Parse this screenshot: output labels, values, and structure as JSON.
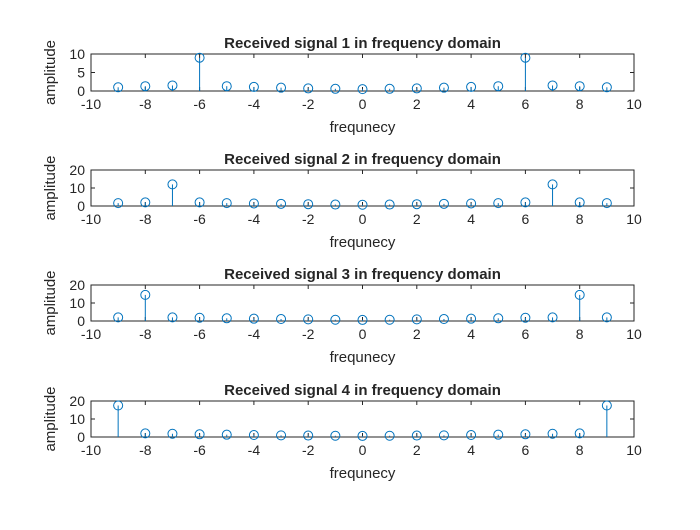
{
  "chart_data": [
    {
      "type": "stem",
      "title": "Received signal 1 in frequency domain",
      "xlabel": "frequnecy",
      "ylabel": "amplitude",
      "xlim": [
        -10,
        10
      ],
      "ylim": [
        0,
        10
      ],
      "xticks": [
        "-10",
        "-8",
        "-6",
        "-4",
        "-2",
        "0",
        "2",
        "4",
        "6",
        "8",
        "10"
      ],
      "yticks": [
        "0",
        "5",
        "10"
      ],
      "x": [
        -9,
        -8,
        -7,
        -6,
        -5,
        -4,
        -3,
        -2,
        -1,
        0,
        1,
        2,
        3,
        4,
        5,
        6,
        7,
        8,
        9
      ],
      "y": [
        1.0,
        1.3,
        1.5,
        9.0,
        1.3,
        1.1,
        0.9,
        0.7,
        0.6,
        0.5,
        0.6,
        0.7,
        0.9,
        1.1,
        1.3,
        9.0,
        1.5,
        1.3,
        1.0
      ]
    },
    {
      "type": "stem",
      "title": "Received signal 2 in frequency domain",
      "xlabel": "frequnecy",
      "ylabel": "amplitude",
      "xlim": [
        -10,
        10
      ],
      "ylim": [
        0,
        20
      ],
      "xticks": [
        "-10",
        "-8",
        "-6",
        "-4",
        "-2",
        "0",
        "2",
        "4",
        "6",
        "8",
        "10"
      ],
      "yticks": [
        "0",
        "10",
        "20"
      ],
      "x": [
        -9,
        -8,
        -7,
        -6,
        -5,
        -4,
        -3,
        -2,
        -1,
        0,
        1,
        2,
        3,
        4,
        5,
        6,
        7,
        8,
        9
      ],
      "y": [
        1.6,
        2.0,
        12.0,
        2.0,
        1.6,
        1.4,
        1.2,
        1.0,
        0.8,
        0.7,
        0.8,
        1.0,
        1.2,
        1.4,
        1.6,
        2.0,
        12.0,
        2.0,
        1.6
      ]
    },
    {
      "type": "stem",
      "title": "Received signal 3 in frequency domain",
      "xlabel": "frequnecy",
      "ylabel": "amplitude",
      "xlim": [
        -10,
        10
      ],
      "ylim": [
        0,
        20
      ],
      "xticks": [
        "-10",
        "-8",
        "-6",
        "-4",
        "-2",
        "0",
        "2",
        "4",
        "6",
        "8",
        "10"
      ],
      "yticks": [
        "0",
        "10",
        "20"
      ],
      "x": [
        -9,
        -8,
        -7,
        -6,
        -5,
        -4,
        -3,
        -2,
        -1,
        0,
        1,
        2,
        3,
        4,
        5,
        6,
        7,
        8,
        9
      ],
      "y": [
        2.0,
        14.5,
        2.0,
        1.8,
        1.5,
        1.3,
        1.1,
        0.9,
        0.7,
        0.6,
        0.7,
        0.9,
        1.1,
        1.3,
        1.5,
        1.8,
        2.0,
        14.5,
        2.0
      ]
    },
    {
      "type": "stem",
      "title": "Received signal 4 in frequency domain",
      "xlabel": "frequnecy",
      "ylabel": "amplitude",
      "xlim": [
        -10,
        10
      ],
      "ylim": [
        0,
        20
      ],
      "xticks": [
        "-10",
        "-8",
        "-6",
        "-4",
        "-2",
        "0",
        "2",
        "4",
        "6",
        "8",
        "10"
      ],
      "yticks": [
        "0",
        "10",
        "20"
      ],
      "x": [
        -9,
        -8,
        -7,
        -6,
        -5,
        -4,
        -3,
        -2,
        -1,
        0,
        1,
        2,
        3,
        4,
        5,
        6,
        7,
        8,
        9
      ],
      "y": [
        17.5,
        2.0,
        1.8,
        1.5,
        1.3,
        1.1,
        0.9,
        0.8,
        0.7,
        0.6,
        0.7,
        0.8,
        0.9,
        1.1,
        1.3,
        1.5,
        1.8,
        2.0,
        17.5
      ]
    }
  ]
}
